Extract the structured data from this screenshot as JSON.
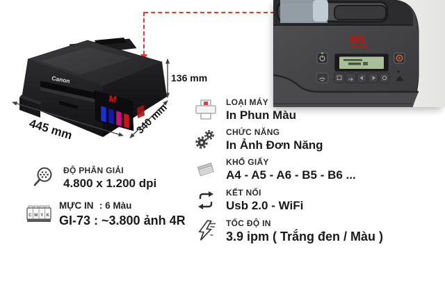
{
  "page": {
    "background": "#ffffff",
    "accent_red": "#dd3b2c"
  },
  "printer_illustration": {
    "brand": "Canon",
    "ink_badge": "M",
    "dim_width": "445 mm",
    "dim_depth": "340 mm",
    "dim_height": "136 mm"
  },
  "panel_photo": {
    "logo": "M1"
  },
  "specs_right": [
    {
      "label": "LOẠI MÁY",
      "value": "In Phun Màu"
    },
    {
      "label": "CHỨC NĂNG",
      "value": "In Ảnh Đơn Năng"
    },
    {
      "label": "KHỔ GIẤY",
      "value": "A4 - A5 - A6 - B5 - B6 ..."
    },
    {
      "label": "KẾT NỐI",
      "value": "Usb 2.0 - WiFi"
    },
    {
      "label": "TỐC ĐỘ IN",
      "value": "3.9 ipm ( Trắng đen / Màu )"
    }
  ],
  "specs_left": [
    {
      "label": "ĐỘ PHÂN GIẢI",
      "value": "4.800 x 1.200 dpi"
    },
    {
      "label": "MỰC IN",
      "label_suffix": ": 6 Màu",
      "value": "GI-73 : ~3.800 ảnh 4R",
      "icon_letters": [
        "C",
        "M",
        "Y",
        "K"
      ]
    }
  ]
}
